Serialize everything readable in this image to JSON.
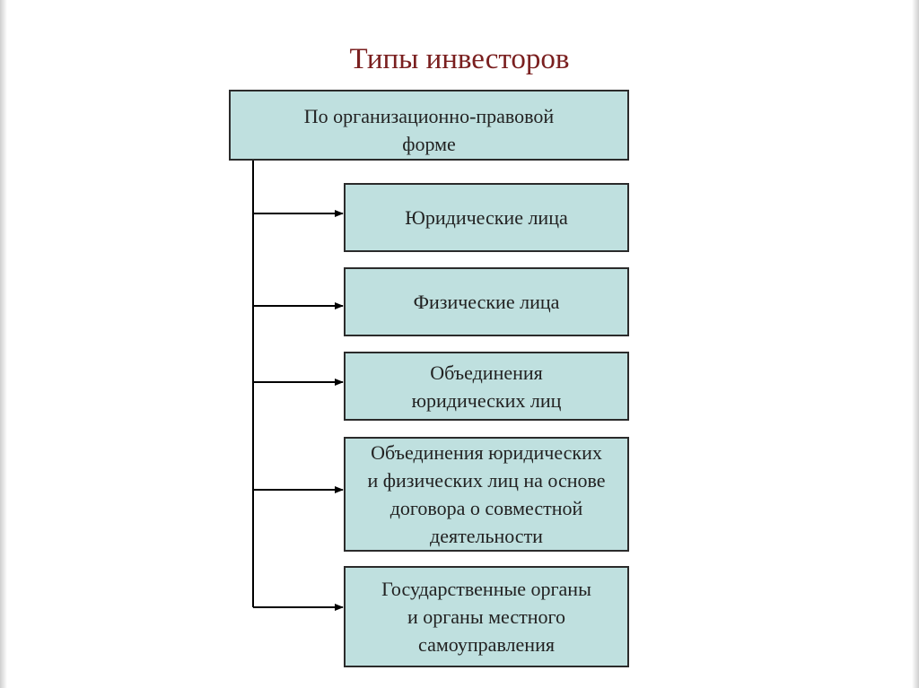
{
  "title": "Типы инвесторов",
  "root": {
    "label": "По организационно-правовой\nформе"
  },
  "items": [
    {
      "label": "Юридические лица"
    },
    {
      "label": "Физические лица"
    },
    {
      "label": "Объединения\nюридических лиц"
    },
    {
      "label": "Объединения юридических\nи физических лиц на основе\nдоговора о совместной\nдеятельности"
    },
    {
      "label": "Государственные органы\nи органы местного\nсамоуправления"
    }
  ],
  "colors": {
    "box_fill": "#bfe0df",
    "title": "#7a1f1f",
    "line": "#000000"
  }
}
